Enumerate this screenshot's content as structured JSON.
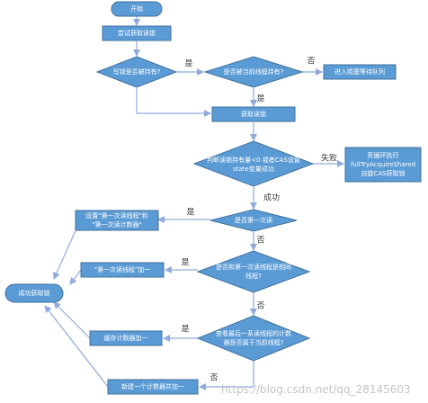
{
  "colors": {
    "node_fill": "#5b9bd5",
    "node_stroke": "#41719c",
    "edge": "#8faadc",
    "text": "#ffffff",
    "label": "#3c3c3c"
  },
  "nodes": {
    "start": "开始",
    "try_acquire": "尝试获取读锁",
    "write_held": "写锁是否被持有?",
    "held_by_current": "是否被当前线程持有?",
    "enqueue_wait": "进入阻塞等待队列",
    "acquire_read": "获取读锁",
    "cas_check": [
      "判断读锁持有量<0 或者CAS设置",
      "state变量成功"
    ],
    "loop_full": [
      "死循环执行",
      "fullTryAcquireShared",
      "自旋CAS获取锁"
    ],
    "is_first_read": "是否第一次读",
    "set_first_reader": [
      "设置\"第一次读线程\"和",
      "\"第一次读计数器\""
    ],
    "is_same_thread": [
      "是否和第一次读线程是相同",
      "线程?"
    ],
    "first_reader_inc": "\"第一次读线程\"加一",
    "acquire_success": "成功获取锁",
    "cached_counter_check": [
      "查看最后一系读线程的计数",
      "器是否属于当前线程?"
    ],
    "cache_counter_inc": "缓存计数器加一",
    "new_counter_inc": "新建一个计数器并加一"
  },
  "edges": {
    "yes": "是",
    "no": "否",
    "fail": "失败",
    "success": "成功"
  },
  "watermark": "https://blog.csdn.net/qq_28145603"
}
